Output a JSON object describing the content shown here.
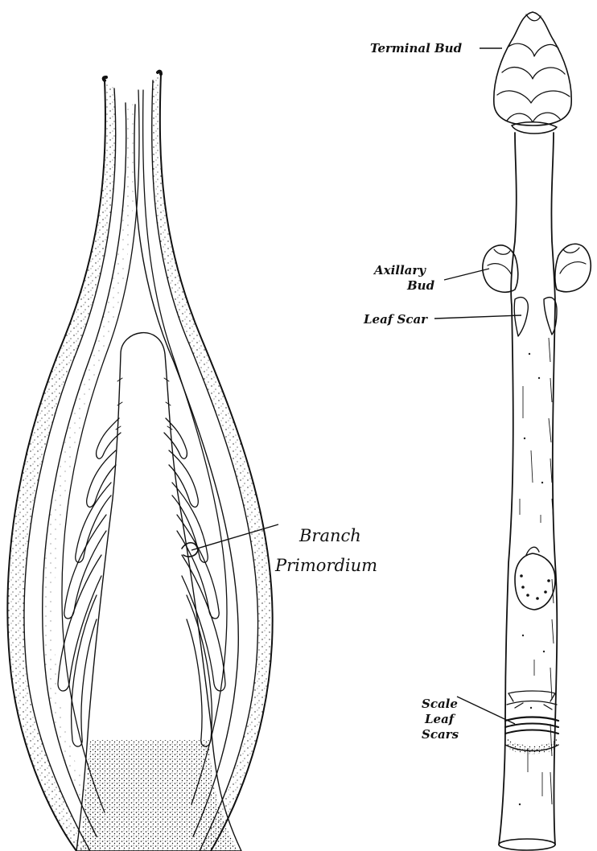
{
  "labels": {
    "terminal_bud": "Terminal Bud",
    "axillary_bud_line1": "Axillary",
    "axillary_bud_line2": "Bud",
    "leaf_scar": "Leaf Scar",
    "branch_primordium_line1": "Branch",
    "branch_primordium_line2": "Primordium",
    "scale_leaf_scars_line1": "Scale",
    "scale_leaf_scars_line2": "Leaf",
    "scale_leaf_scars_line3": "Scars"
  },
  "colors": {
    "ink": "#111111",
    "paper": "#ffffff"
  }
}
